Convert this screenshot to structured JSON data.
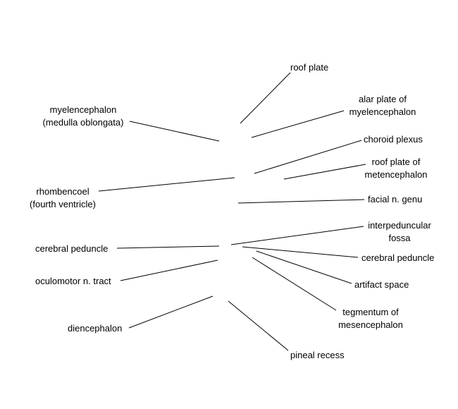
{
  "labels": {
    "roof_plate": [
      "roof plate"
    ],
    "alar_plate": [
      "alar plate of",
      "myelencephalon"
    ],
    "myelencephalon": [
      "myelencephalon",
      "(medulla oblongata)"
    ],
    "choroid_plexus": [
      "choroid plexus"
    ],
    "roof_plate_metencephalon": [
      "roof plate of",
      "metencephalon"
    ],
    "rhombencoel": [
      "rhombencoel",
      "(fourth ventricle)"
    ],
    "facial_genu": [
      "facial n. genu"
    ],
    "interpeduncular_fossa": [
      "interpeduncular",
      "fossa"
    ],
    "cerebral_peduncle_left": [
      "cerebral peduncle"
    ],
    "cerebral_peduncle_right": [
      "cerebral peduncle"
    ],
    "oculomotor_tract": [
      "oculomotor n. tract"
    ],
    "artifact_space": [
      "artifact space"
    ],
    "tegmentum": [
      "tegmentum of",
      "mesencephalon"
    ],
    "diencephalon": [
      "diencephalon"
    ],
    "pineal_recess": [
      "pineal recess"
    ]
  }
}
